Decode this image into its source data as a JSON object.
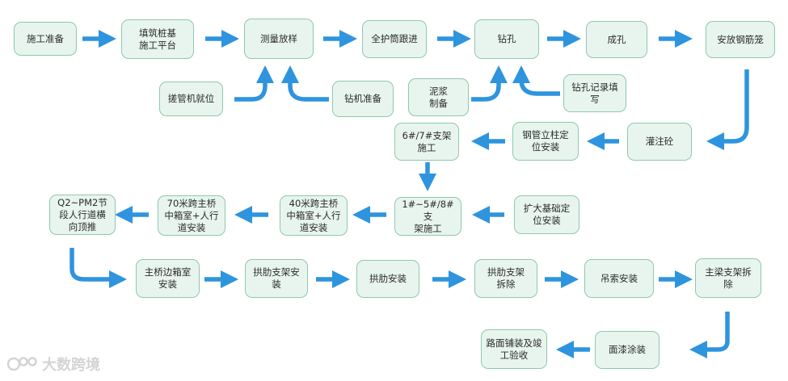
{
  "colors": {
    "arrow": "#2e94de",
    "node_fill": "#e8f5ef",
    "node_border": "#8fc8ab"
  },
  "nodes": {
    "prep": "施工准备",
    "platform": "填筑桩基\n施工平台",
    "survey": "测量放样",
    "casing": "全护筒跟进",
    "drill": "钻孔",
    "hole": "成孔",
    "cage": "安放钢筋笼",
    "casing_pos": "搓管机就位",
    "rig_prep": "钻机准备",
    "mud": "泥浆\n制备",
    "drill_log": "钻孔记录填\n写",
    "concrete": "灌注砼",
    "steel_col": "钢管立柱定\n位安装",
    "support67": "6#/7#支架\n施工",
    "foundation": "扩大基础定\n位安装",
    "support158": "1#~5#/8#支\n架施工",
    "span40": "40米跨主桥\n中箱室+人行\n道安装",
    "span70": "70米跨主桥\n中箱室+人行\n道安装",
    "q2pm2": "Q2~PM2节\n段人行道横\n向顶推",
    "side_box": "主桥边箱室\n安装",
    "rib_sup": "拱肋支架安\n装",
    "rib": "拱肋安装",
    "rib_remove": "拱肋支架\n拆除",
    "hanger": "吊索安装",
    "beam_remove": "主梁支架拆\n除",
    "paint": "面漆涂装",
    "paving": "路面铺装及竣\n工验收"
  },
  "watermark": {
    "text": "大数跨境"
  }
}
